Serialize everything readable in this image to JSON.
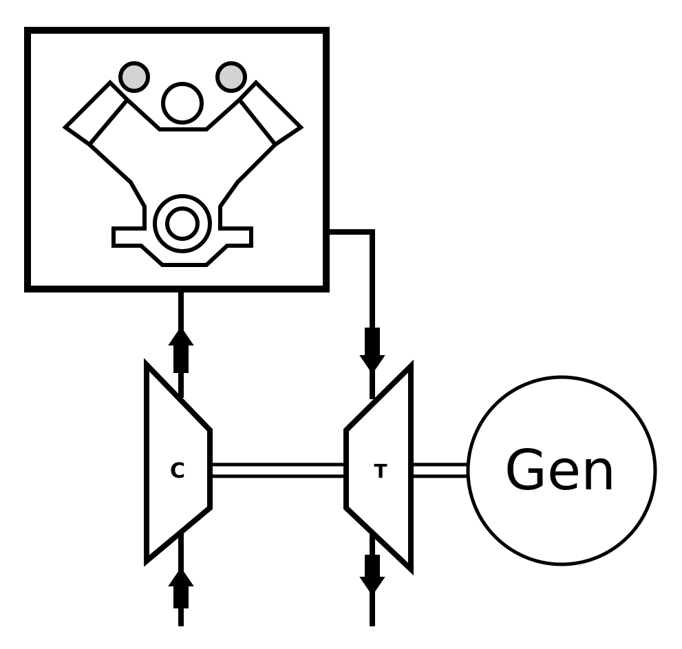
{
  "labels": {
    "compressor": "C",
    "turbine": "T",
    "generator": "Gen"
  },
  "colors": {
    "line": "#000000",
    "background": "#ffffff",
    "valve_fill": "#d3d3d3"
  },
  "icons": {
    "engine": "v-engine-icon",
    "flow_arrow": "flow-arrow-icon"
  }
}
